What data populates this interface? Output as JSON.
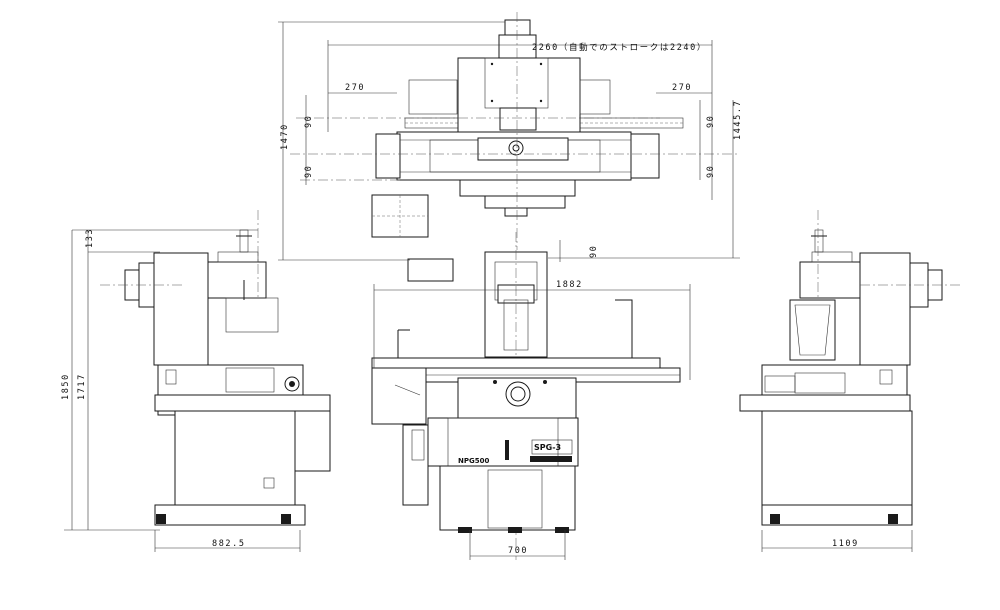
{
  "drawing": {
    "front_view": {
      "dim_total_travel": "2260（自動でのストロークは2240）",
      "dim_left_offset": "270",
      "dim_right_offset": "270",
      "dim_upper_left_1": "90",
      "dim_upper_left_2": "90",
      "dim_upper_right_1": "90",
      "dim_upper_right_2": "90",
      "dim_lower_right": "90",
      "dim_overall_depth": "1470",
      "dim_table_depth": "1445.7",
      "dim_width": "1882",
      "dim_base_width": "700",
      "plate_model": "SPG-3",
      "plate_series": "NPG500"
    },
    "left_view": {
      "dim_height_total": "1850",
      "dim_height_2": "1717",
      "dim_top": "133",
      "dim_depth": "882.5"
    },
    "right_view": {
      "dim_depth": "1109"
    }
  }
}
